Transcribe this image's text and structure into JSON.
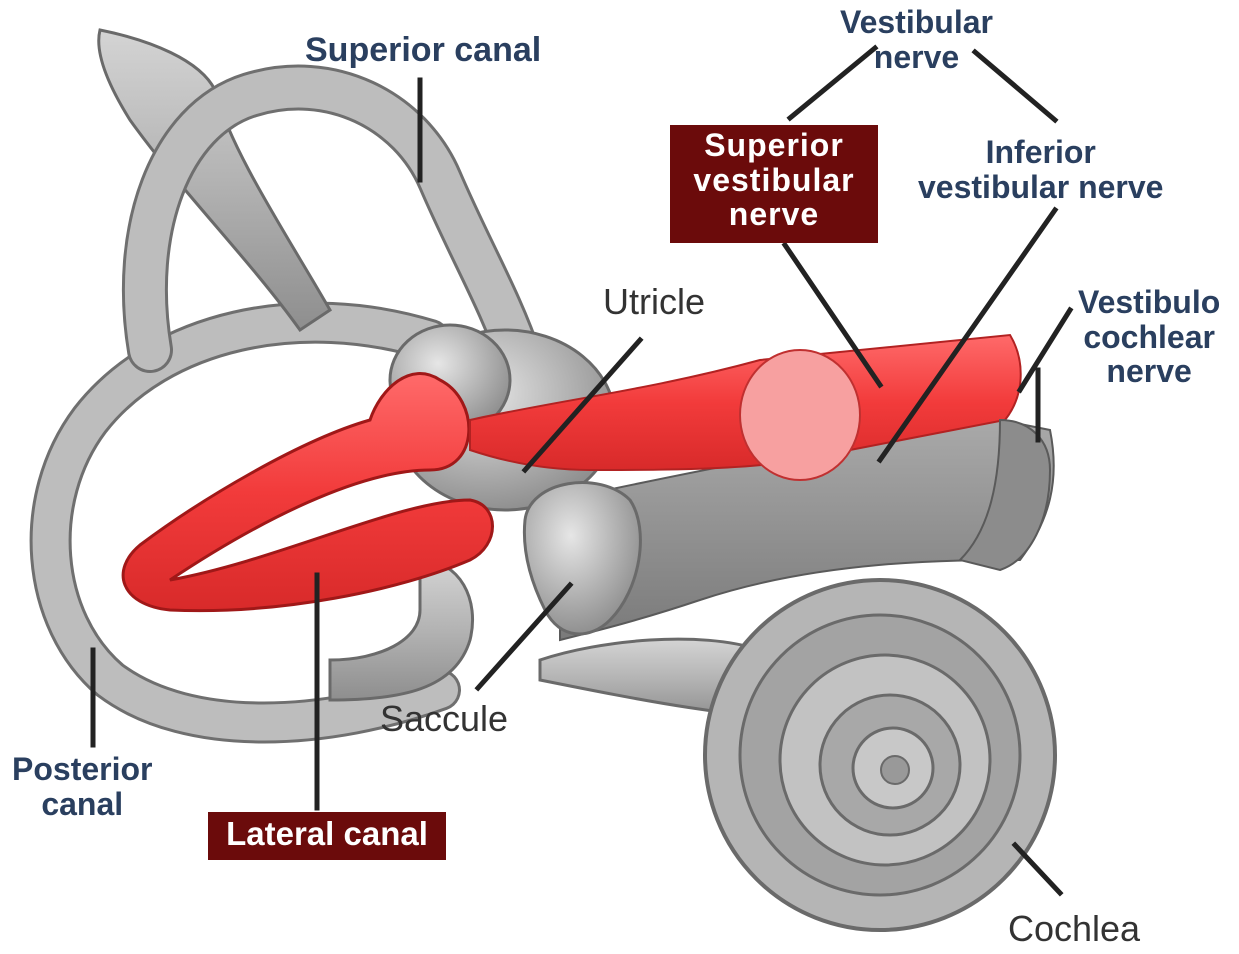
{
  "labels": {
    "superior_canal": "Superior canal",
    "vestibular_nerve": [
      "Vestibular",
      "nerve"
    ],
    "superior_vestibular_nerve": [
      "Superior",
      "vestibular",
      "nerve"
    ],
    "inferior_vestibular_nerve": [
      "Inferior",
      "vestibular nerve"
    ],
    "utricle": "Utricle",
    "vestibulocochlear_nerve": [
      "Vestibulo",
      "cochlear",
      "nerve"
    ],
    "saccule": "Saccule",
    "posterior_canal": [
      "Posterior",
      "canal"
    ],
    "lateral_canal": "Lateral canal",
    "cochlea": "Cochlea"
  },
  "colors": {
    "label_text": "#2a3f5f",
    "highlight_bg": "#6b0b0b",
    "highlight_structure": "#f04040",
    "bone_grey": "#b9b9b9",
    "nerve_grey": "#9a9a9a",
    "leader_line": "#222222"
  }
}
